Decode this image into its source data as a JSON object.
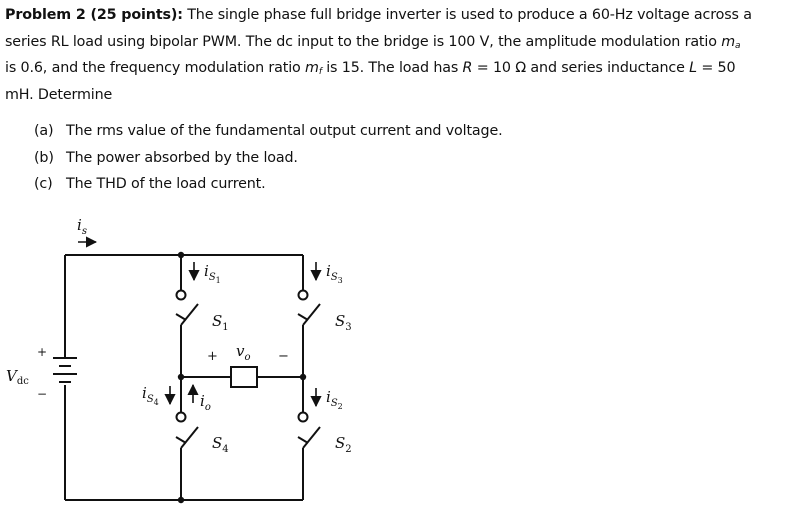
{
  "problem": {
    "heading": "Problem 2 (25 points):",
    "line1_rest": " The single phase full bridge inverter is used to produce a 60-Hz voltage across a",
    "line2_pre": "series RL load using bipolar PWM. The dc input to the bridge is 100 V, the amplitude modulation ratio ",
    "ma_sym": "m",
    "ma_sub": "a",
    "line3_a": "is 0.6, and the frequency modulation ratio ",
    "mf_sym": "m",
    "mf_sub": "f",
    "line3_b": " is 15. The load has ",
    "R_sym": "R",
    "line3_c": " = 10 Ω and series inductance ",
    "L_sym": "L",
    "line3_d": "  = 50",
    "line4": "mH. Determine"
  },
  "parts": [
    {
      "label": "(a)",
      "text": "The rms value of the fundamental output current and voltage."
    },
    {
      "label": "(b)",
      "text": "The power absorbed by the load."
    },
    {
      "label": "(c)",
      "text": "The THD of the load current."
    }
  ],
  "circuit": {
    "is_label": "i",
    "is_sub": "s",
    "vdc_label": "V",
    "vdc_sub": "dc",
    "plus": "+",
    "minus": "−",
    "vo_label": "v",
    "vo_sub": "o",
    "io_label": "i",
    "io_sub": "o",
    "is1_label": "i",
    "is1_sub": "S",
    "is1_subsub": "1",
    "is2_label": "i",
    "is2_sub": "S",
    "is2_subsub": "2",
    "is3_label": "i",
    "is3_sub": "S",
    "is3_subsub": "3",
    "is4_label": "i",
    "is4_sub": "S",
    "is4_subsub": "4",
    "s1": "S",
    "s1_sub": "1",
    "s2": "S",
    "s2_sub": "2",
    "s3": "S",
    "s3_sub": "3",
    "s4": "S",
    "s4_sub": "4"
  }
}
